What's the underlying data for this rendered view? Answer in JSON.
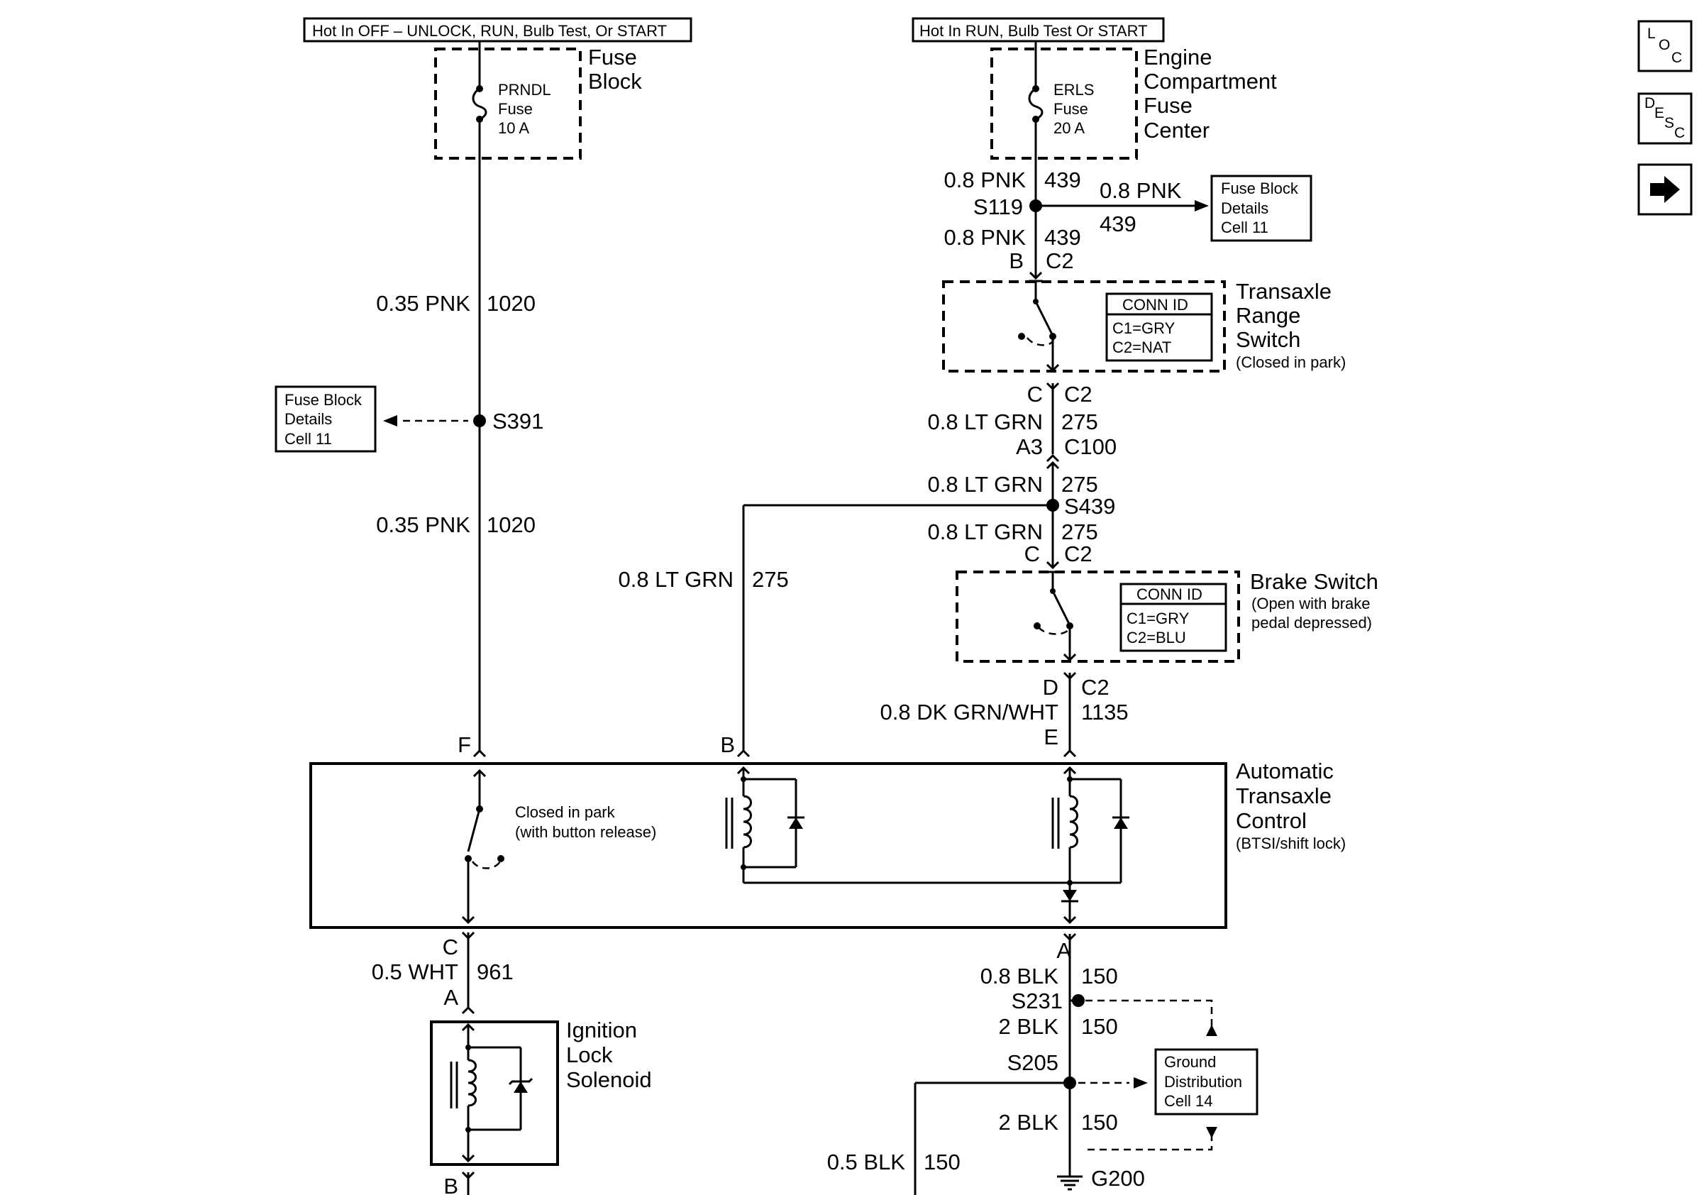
{
  "power": {
    "left": "Hot In OFF – UNLOCK, RUN, Bulb Test, Or START",
    "right": "Hot In RUN, Bulb Test Or START"
  },
  "fuse_block": {
    "name_lines": [
      "Fuse",
      "Block"
    ],
    "fuse_lines": [
      "PRNDL",
      "Fuse",
      "10 A"
    ]
  },
  "engine_fuse_center": {
    "name_lines": [
      "Engine",
      "Compartment",
      "Fuse",
      "Center"
    ],
    "fuse_lines": [
      "ERLS",
      "Fuse",
      "20 A"
    ]
  },
  "left_circuit": {
    "wire_upper": {
      "gauge": "0.35 PNK",
      "circuit": "1020"
    },
    "splice": "S391",
    "wire_lower": {
      "gauge": "0.35 PNK",
      "circuit": "1020"
    },
    "ref_box": [
      "Fuse Block",
      "Details",
      "Cell 11"
    ]
  },
  "right_feed": {
    "wire_top": {
      "gauge": "0.8 PNK",
      "circuit": "439"
    },
    "splice": "S119",
    "branch": {
      "gauge": "0.8 PNK",
      "circuit": "439"
    },
    "ref_box": [
      "Fuse Block",
      "Details",
      "Cell 11"
    ],
    "wire_bottom": {
      "gauge": "0.8 PNK",
      "circuit": "439"
    },
    "conn_top": {
      "pin": "B",
      "connector": "C2"
    }
  },
  "transaxle_switch": {
    "name_lines": [
      "Transaxle",
      "Range",
      "Switch"
    ],
    "note": "(Closed in park)",
    "conn_title": "CONN ID",
    "conn_lines": [
      "C1=GRY",
      "C2=NAT"
    ],
    "conn_bottom": {
      "pin": "C",
      "connector": "C2"
    }
  },
  "ltgrn_segment": {
    "wire1": {
      "gauge": "0.8 LT GRN",
      "circuit": "275"
    },
    "conn_a3": {
      "pin": "A3",
      "connector": "C100"
    },
    "wire2": {
      "gauge": "0.8 LT GRN",
      "circuit": "275"
    },
    "splice": "S439",
    "wire3": {
      "gauge": "0.8 LT GRN",
      "circuit": "275"
    },
    "conn_brake_top": {
      "pin": "C",
      "connector": "C2"
    },
    "branch_wire": {
      "gauge": "0.8 LT GRN",
      "circuit": "275"
    }
  },
  "brake_switch": {
    "name": "Brake Switch",
    "note_lines": [
      "(Open with brake",
      "pedal depressed)"
    ],
    "conn_title": "CONN ID",
    "conn_lines": [
      "C1=GRY",
      "C2=BLU"
    ],
    "conn_bottom": {
      "pin": "D",
      "connector": "C2"
    },
    "wire": {
      "gauge": "0.8 DK GRN/WHT",
      "circuit": "1135"
    },
    "pin_e": "E"
  },
  "atc": {
    "name_lines": [
      "Automatic",
      "Transaxle",
      "Control"
    ],
    "note": "(BTSI/shift lock)",
    "pin_f": "F",
    "pin_b": "B",
    "switch_note_lines": [
      "Closed in park",
      "(with button release)"
    ],
    "pin_c": "C",
    "pin_a": "A"
  },
  "ignition": {
    "pin_c_wire": {
      "gauge": "0.5 WHT",
      "circuit": "961"
    },
    "pin_a": "A",
    "name_lines": [
      "Ignition",
      "Lock",
      "Solenoid"
    ],
    "pin_b": "B"
  },
  "ground": {
    "wire1": {
      "gauge": "0.8 BLK",
      "circuit": "150"
    },
    "splice1": "S231",
    "wire2": {
      "gauge": "2 BLK",
      "circuit": "150"
    },
    "splice2": "S205",
    "wire3": {
      "gauge": "2 BLK",
      "circuit": "150"
    },
    "wire_sol": {
      "gauge": "0.5 BLK",
      "circuit": "150"
    },
    "ground_id": "G200",
    "ref_box": [
      "Ground",
      "Distribution",
      "Cell 14"
    ]
  },
  "nav": {
    "loc": [
      "L",
      "O",
      "C"
    ],
    "desc": [
      "D",
      "E",
      "S",
      "C"
    ],
    "next_icon": "arrow-right-icon"
  }
}
